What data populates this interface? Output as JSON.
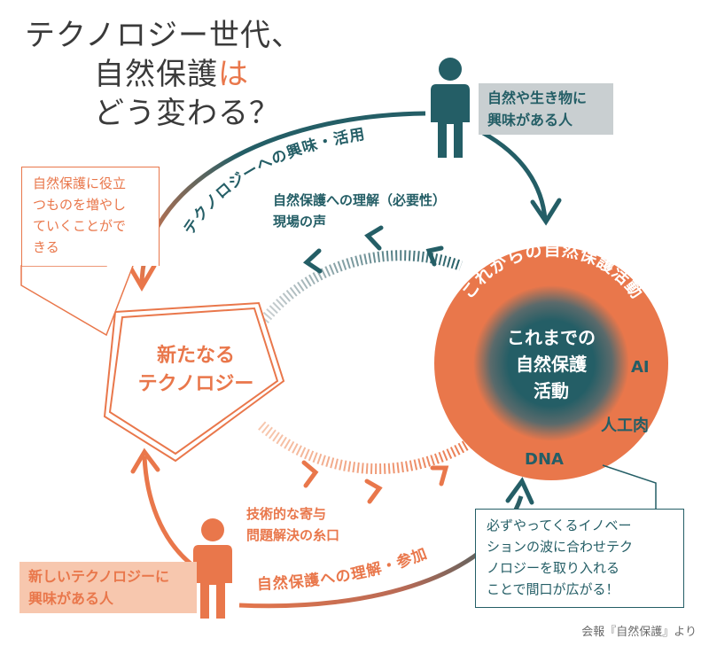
{
  "title": {
    "line1": "テクノロジー世代、",
    "line2_part1": "自然保護",
    "line2_part2": "は",
    "line3": "どう変わる？"
  },
  "nodes": {
    "nature_person_label": "自然や生き物に\n興味がある人",
    "tech_person_label": "新しいテクノロジーに\n興味がある人",
    "pentagon_label": "新たなる\nテクノロジー",
    "inner_circle_label": "これまでの\n自然保護\n活動",
    "outer_ring_label": "これからの自然保護活動",
    "tech_words": [
      "AI",
      "人工肉",
      "DNA"
    ]
  },
  "arrows": {
    "top_arc_label": "テクノロジーへの興味・活用",
    "bottom_arc_label": "自然保護への理解・参加",
    "inner_top_label": "自然保護への理解（必要性）\n現場の声",
    "inner_bottom_label": "技術的な寄与\n問題解決の糸口"
  },
  "callouts": {
    "left_callout": "自然保護に役立\nつものを増やし\nていくことがで\nきる",
    "right_callout": "必ずやってくるイノベー\nションの波に合わせテク\nノロジーを取り入れる\nことで間口が広がる！"
  },
  "source": "会報『自然保護』より",
  "colors": {
    "orange": "#e9774b",
    "teal": "#245e66",
    "light_orange": "#f7c7ae",
    "light_gray": "#c9cfd1"
  }
}
